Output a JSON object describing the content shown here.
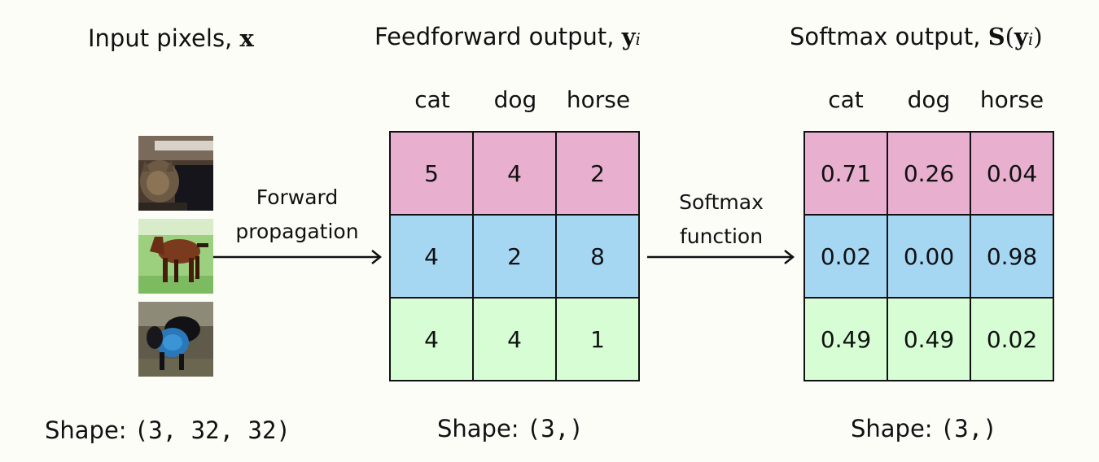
{
  "input": {
    "title_text": "Input pixels,",
    "title_symbol": "x",
    "images": [
      {
        "subject": "cat"
      },
      {
        "subject": "horse"
      },
      {
        "subject": "dog"
      }
    ],
    "shape_label": "Shape:",
    "shape_value": "(3, 32, 32)"
  },
  "forward_arrow": {
    "line1": "Forward",
    "line2": "propagation"
  },
  "feedforward": {
    "title_text": "Feedforward output,",
    "title_symbol": "y",
    "title_subscript": "i",
    "columns": [
      "cat",
      "dog",
      "horse"
    ],
    "rows": [
      [
        "5",
        "4",
        "2"
      ],
      [
        "4",
        "2",
        "8"
      ],
      [
        "4",
        "4",
        "1"
      ]
    ],
    "shape_label": "Shape:",
    "shape_value": "(3,)"
  },
  "softmax_arrow": {
    "line1": "Softmax",
    "line2": "function"
  },
  "softmax": {
    "title_text": "Softmax output,",
    "title_func": "S",
    "title_symbol": "y",
    "title_subscript": "i",
    "columns": [
      "cat",
      "dog",
      "horse"
    ],
    "rows": [
      [
        "0.71",
        "0.26",
        "0.04"
      ],
      [
        "0.02",
        "0.00",
        "0.98"
      ],
      [
        "0.49",
        "0.49",
        "0.02"
      ]
    ],
    "shape_label": "Shape:",
    "shape_value": "(3,)"
  },
  "colors": {
    "row0": "#e8afcf",
    "row1": "#a5d7f3",
    "row2": "#d6fdd4"
  }
}
